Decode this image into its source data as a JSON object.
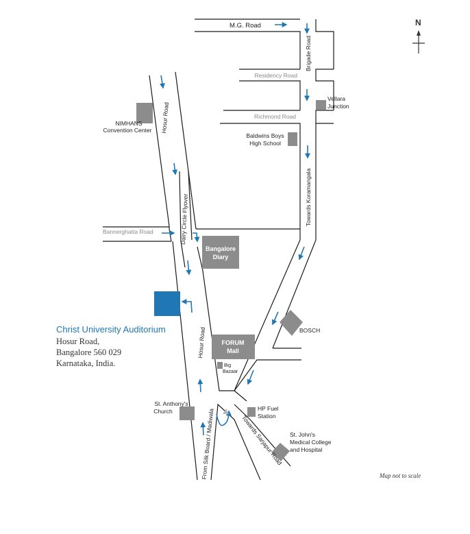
{
  "compass": {
    "label": "N"
  },
  "roads": {
    "mg_road": "M.G. Road",
    "brigade_road": "Brigade Road",
    "residency_road": "Residency Road",
    "richmond_road": "Richmond Road",
    "hosur_road_top": "Hosur Road",
    "hosur_road_bottom": "Hosur Road",
    "bannerghatta_road": "Bannerghatta Road",
    "dairy_flyover": "Dairy Circle Flyover",
    "towards_koramangala": "Towards Koramangala",
    "towards_sarjapur": "Towards Sarjapur Road",
    "from_silk_board": "From Silk Board / Madiwala"
  },
  "landmarks": {
    "nimhans_line1": "NIMHANS",
    "nimhans_line2": "Convention Center",
    "vellara_line1": "Vellara",
    "vellara_line2": "Junction",
    "baldwins_line1": "Baldwins Boys",
    "baldwins_line2": "High School",
    "bangalore_diary_line1": "Bangalore",
    "bangalore_diary_line2": "Diary",
    "bosch": "BOSCH",
    "forum_line1": "FORUM",
    "forum_line2": "Mall",
    "big_bazaar_line1": "Big",
    "big_bazaar_line2": "Bazaar",
    "st_anthony_line1": "St. Anthony's",
    "st_anthony_line2": "Church",
    "hp_line1": "HP Fuel",
    "hp_line2": "Station",
    "st_johns_line1": "St. John's",
    "st_johns_line2": "Medical College",
    "st_johns_line3": "and Hospital"
  },
  "address": {
    "venue": "Christ University Auditorium",
    "line1": "Hosur Road,",
    "line2": "Bangalore 560 029",
    "line3": "Karnataka, India."
  },
  "scale_note": "Map not to scale",
  "colors": {
    "venue_blue": "#1f77b4",
    "building_grey": "#8c8c8c",
    "arrow_blue": "#1f77b4"
  }
}
